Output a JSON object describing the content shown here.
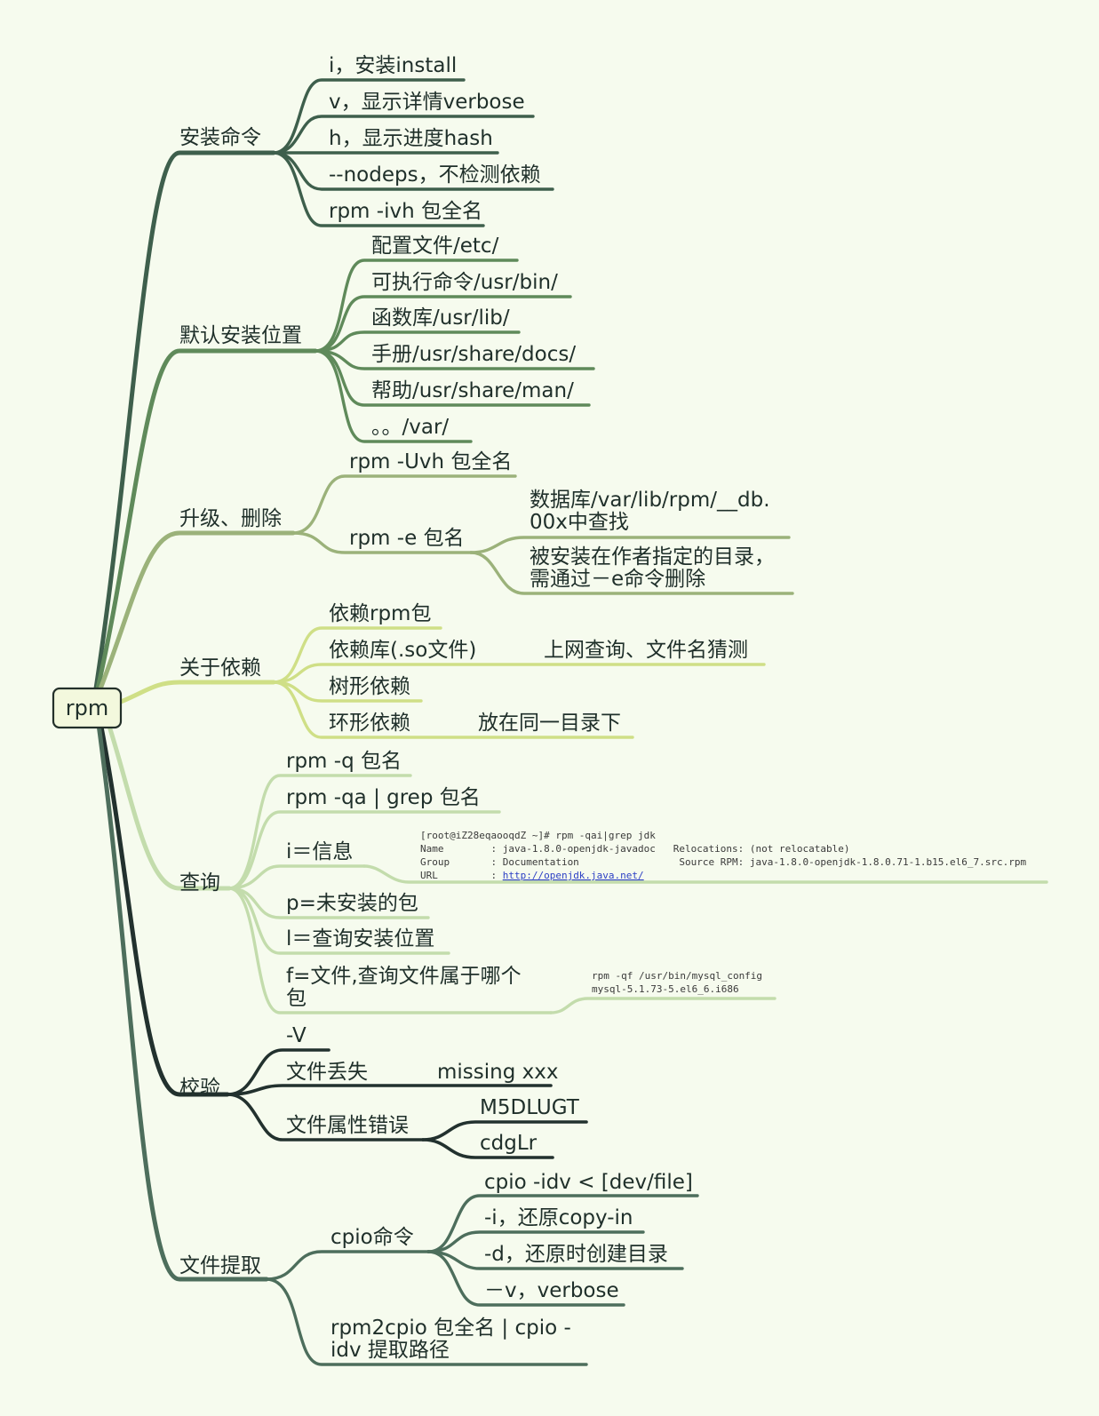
{
  "root": "rpm",
  "colors": {
    "background": "#f6fbee",
    "install": "#3e5f4c",
    "location": "#5f8a5a",
    "upgrade": "#9bb27a",
    "dependency": "#cfdf86",
    "query": "#c3dcac",
    "verify": "#22312e",
    "extract": "#4d6e5c"
  },
  "branches": [
    {
      "key": "install",
      "label": "安装命令",
      "items": [
        "i，安装install",
        "v，显示详情verbose",
        "h，显示进度hash",
        "--nodeps，不检测依赖",
        "rpm -ivh 包全名"
      ]
    },
    {
      "key": "location",
      "label": "默认安装位置",
      "items": [
        "配置文件/etc/",
        "可执行命令/usr/bin/",
        "函数库/usr/lib/",
        "手册/usr/share/docs/",
        "帮助/usr/share/man/",
        "。。/var/"
      ]
    },
    {
      "key": "upgrade",
      "label": "升级、删除",
      "items": [
        {
          "label": "rpm -Uvh 包全名"
        },
        {
          "label": "rpm -e 包名",
          "children": [
            [
              "数据库/var/lib/rpm/__db.",
              "00x中查找"
            ],
            [
              "被安装在作者指定的目录，",
              "需通过－e命令删除"
            ]
          ]
        }
      ]
    },
    {
      "key": "dependency",
      "label": "关于依赖",
      "items": [
        {
          "label": "依赖rpm包"
        },
        {
          "label": "依赖库(.so文件)",
          "note": "上网查询、文件名猜测"
        },
        {
          "label": "树形依赖"
        },
        {
          "label": "环形依赖",
          "note": "放在同一目录下"
        }
      ]
    },
    {
      "key": "query",
      "label": "查询",
      "items": [
        {
          "label": "rpm -q 包名"
        },
        {
          "label": "rpm -qa  | grep 包名"
        },
        {
          "label": "i＝信息",
          "terminal": {
            "line1": "[root@iZ28eqaooqdZ ~]# rpm -qai|grep jdk",
            "line2a": "Name        : java-1.8.0-openjdk-javadoc   Relocations: (not relocatable)",
            "line3a": "Group       : Documentation                 Source RPM: java-1.8.0-openjdk-1.8.0.71-1.b15.el6_7.src.rpm",
            "line4key": "URL         : ",
            "line4url": "http://openjdk.java.net/"
          }
        },
        {
          "label": "p=未安装的包"
        },
        {
          "label": "l＝查询安装位置"
        },
        {
          "label": "f=文件,查询文件属于哪个",
          "label2": "包",
          "terminal": {
            "line1": "rpm -qf /usr/bin/mysql_config",
            "line2": "mysql-5.1.73-5.el6_6.i686"
          }
        }
      ]
    },
    {
      "key": "verify",
      "label": "校验",
      "items": [
        {
          "label": "-V"
        },
        {
          "label": "文件丢失",
          "note": "missing xxx"
        },
        {
          "label": "文件属性错误",
          "children": [
            "M5DLUGT",
            "cdgLr"
          ]
        }
      ]
    },
    {
      "key": "extract",
      "label": "文件提取",
      "items": [
        {
          "label": "cpio命令",
          "children": [
            "cpio -idv < [dev/file]",
            "-i，还原copy-in",
            "-d，还原时创建目录",
            "－v，verbose"
          ]
        },
        {
          "label": "rpm2cpio 包全名 | cpio -",
          "label2": "idv 提取路径"
        }
      ]
    }
  ]
}
